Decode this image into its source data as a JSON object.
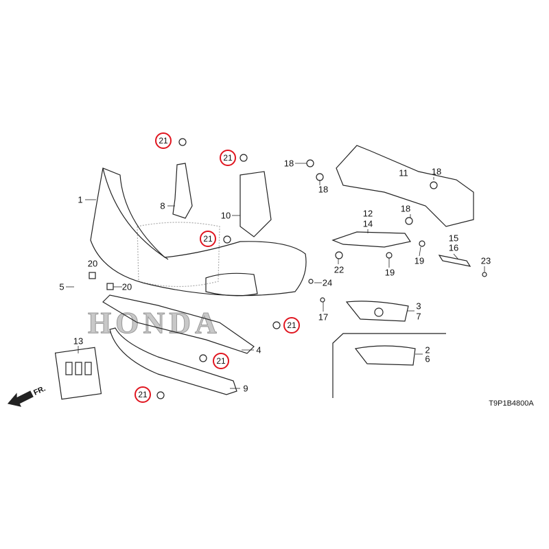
{
  "watermark": "HONDA",
  "callouts": {
    "fastener_21": [
      "21",
      "21",
      "21",
      "21",
      "21",
      "21"
    ]
  },
  "labels": {
    "bumper_face": "1",
    "bracket_left": "8",
    "bracket_right": "10",
    "bolt_18": [
      "18",
      "18",
      "18",
      "18"
    ],
    "absorber": "11",
    "beam_a": "12",
    "beam_b": "14",
    "molding_a": "15",
    "molding_b": "16",
    "screw_22": "22",
    "clip_19": [
      "19",
      "19"
    ],
    "screw_23": "23",
    "screw_24": "24",
    "nut_20": [
      "20",
      "20"
    ],
    "spacer_5": "5",
    "screw_17": "17",
    "fog_garnish_a": "3",
    "fog_garnish_b": "7",
    "garnish_a": "2",
    "garnish_b": "6",
    "grille": "4",
    "license_bracket": "13",
    "lower_spoiler": "9"
  },
  "direction": "FR.",
  "diagram_code": "T9P1B4800A"
}
